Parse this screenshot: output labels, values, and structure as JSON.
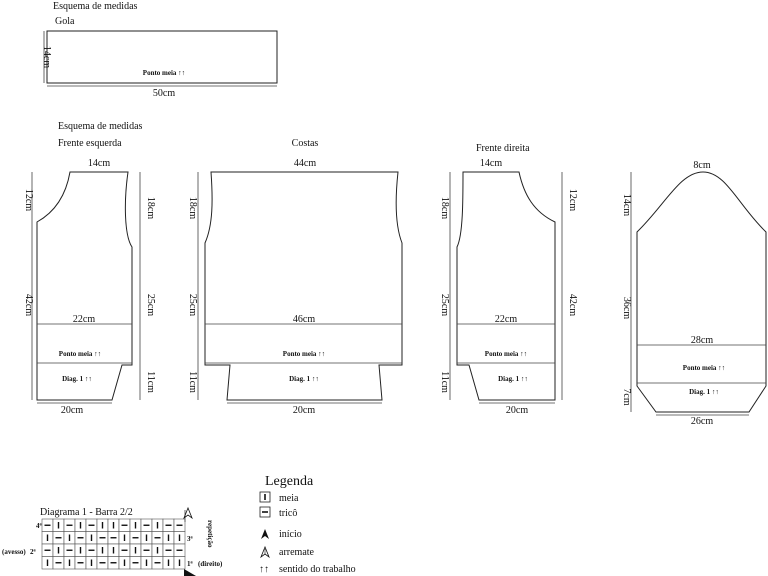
{
  "collar": {
    "heading": "Esquema de medidas",
    "name": "Gola",
    "height": "14cm",
    "label": "Ponto meia ↑↑",
    "width": "50cm"
  },
  "heading2": "Esquema de medidas",
  "left_front": {
    "title": "Frente esquerda",
    "top": "14cm",
    "side_top": "12cm",
    "side_main": "42cm",
    "armhole": "18cm",
    "body": "25cm",
    "cuff": "11cm",
    "width_line": "22cm",
    "stitch": "Ponto meia ↑↑",
    "diag": "Diag. 1  ↑↑",
    "bottom": "20cm"
  },
  "back": {
    "title": "Costas",
    "top": "44cm",
    "armhole": "18cm",
    "body": "25cm",
    "cuff": "11cm",
    "width_line": "46cm",
    "stitch": "Ponto meia ↑↑",
    "diag": "Diag. 1  ↑↑",
    "bottom": "20cm"
  },
  "right_front": {
    "title": "Frente direita",
    "top": "14cm",
    "armhole": "18cm",
    "body": "25cm",
    "cuff": "11cm",
    "side_top": "12cm",
    "side_main": "42cm",
    "width_line": "22cm",
    "stitch": "Ponto meia ↑↑",
    "diag": "Diag. 1  ↑↑",
    "bottom": "20cm"
  },
  "sleeve": {
    "top": "8cm",
    "cap": "14cm",
    "body": "36cm",
    "cuff": "7cm",
    "width_line": "28cm",
    "stitch": "Ponto meia ↑↑",
    "diag": "Diag. 1  ↑↑",
    "bottom": "26cm"
  },
  "legend": {
    "title": "Legenda",
    "items": [
      {
        "label": "meia",
        "icon": "knit-stitch-icon"
      },
      {
        "label": "tricô",
        "icon": "purl-stitch-icon"
      },
      {
        "label": "início",
        "icon": "start-arrow-icon"
      },
      {
        "label": "arremate",
        "icon": "bind-off-icon"
      },
      {
        "label": "sentido do trabalho",
        "icon": "work-direction-icon"
      }
    ]
  },
  "chart": {
    "title": "Diagrama 1 - Barra 2/2",
    "row_labels": [
      "4ª",
      "3ª",
      "2ª",
      "1ª"
    ],
    "left_label": "(avesso)",
    "right_label": "(direito)",
    "repeat_label": "repetição",
    "rows": [
      "PKPKPKKPKPKPP",
      "KPKPKPPKPKPKK",
      "PKPKPKKPKPKPP",
      "KPKPKPPKPKPKK"
    ]
  }
}
